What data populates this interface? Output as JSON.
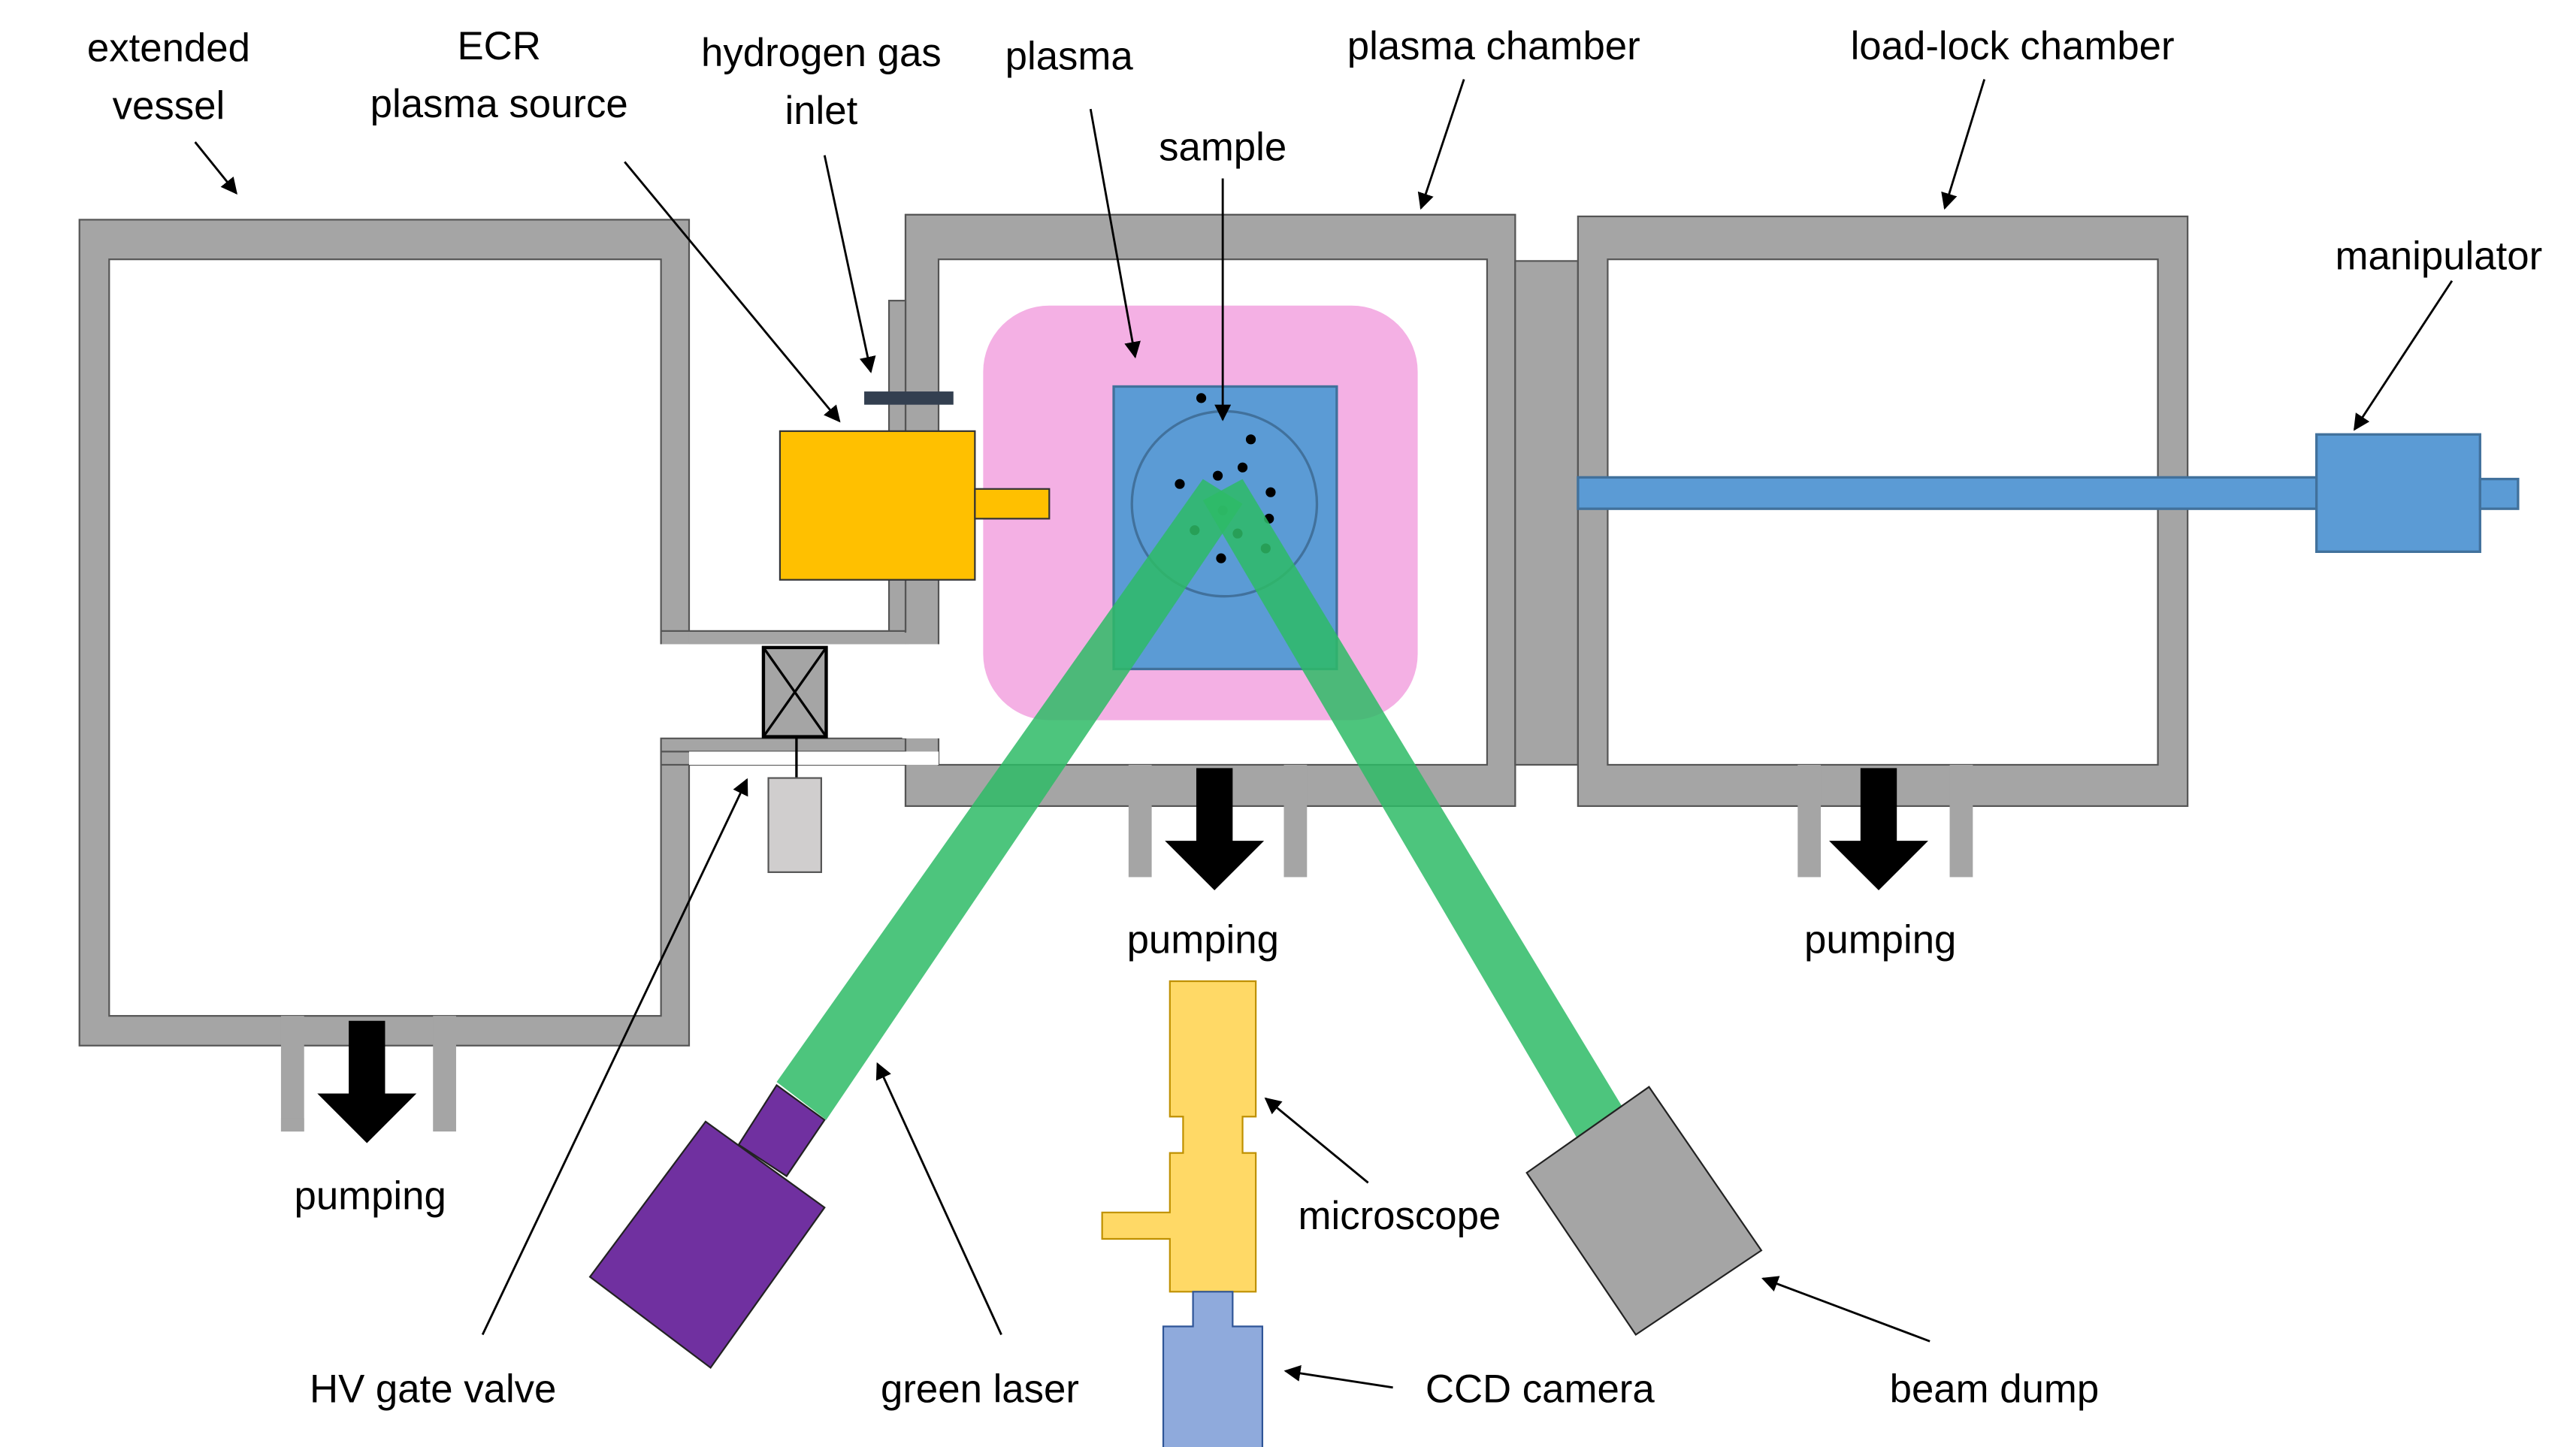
{
  "labels": {
    "extended_vessel": [
      "extended",
      "vessel"
    ],
    "ecr_source": [
      "ECR",
      "plasma source"
    ],
    "hydrogen_inlet": [
      "hydrogen gas",
      "inlet"
    ],
    "plasma": "plasma",
    "sample": "sample",
    "plasma_chamber": "plasma chamber",
    "load_lock": "load-lock chamber",
    "manipulator": "manipulator",
    "pumping": "pumping",
    "microscope": "microscope",
    "hv_gate_valve": "HV gate valve",
    "green_laser": "green laser",
    "ccd_camera": "CCD camera",
    "beam_dump": "beam dump"
  },
  "colors": {
    "wall": "#A5A5A5",
    "ecr_source": "#FFC000",
    "plasma": "#F4B0E4",
    "sample": "#5B9BD5",
    "laser_beam": "#2EBB66",
    "laser": "#7030A0",
    "microscope": "#FFD966",
    "camera": "#8FAADC"
  }
}
